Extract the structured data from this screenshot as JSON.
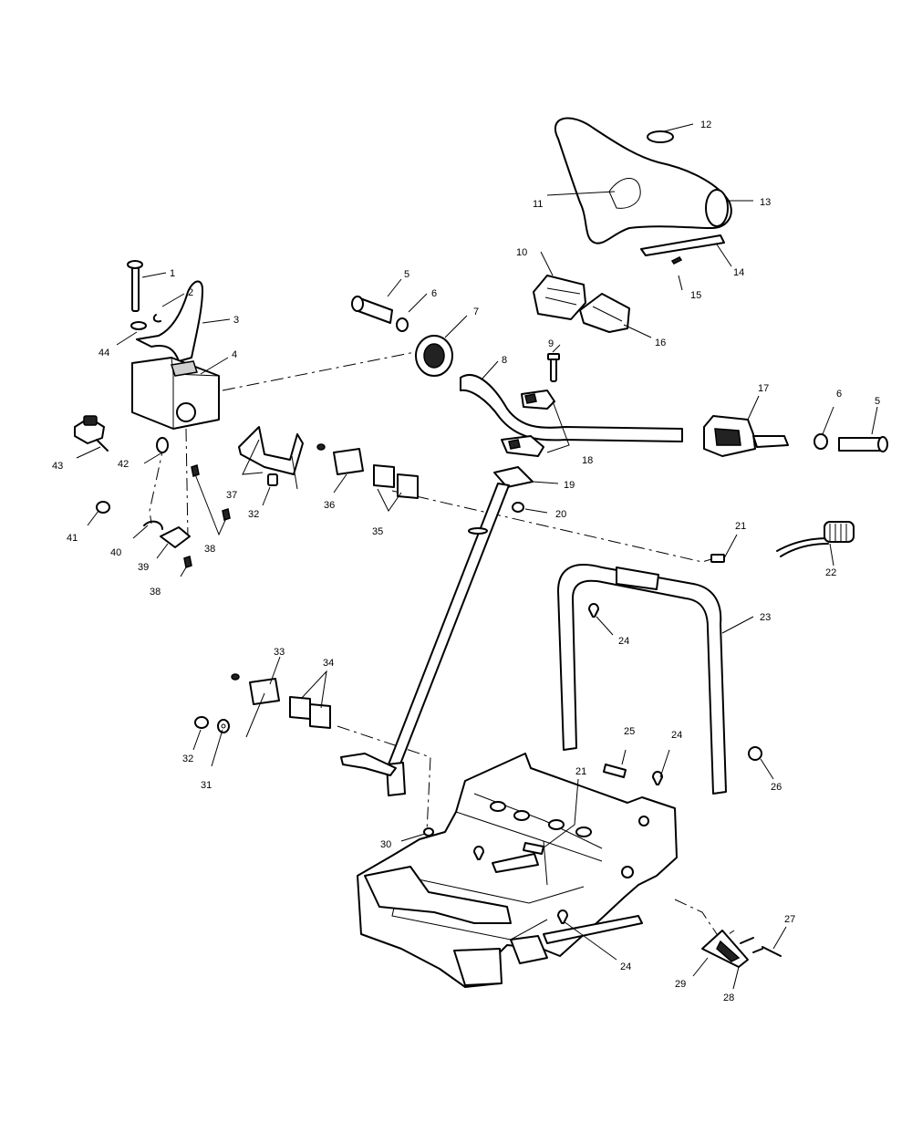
{
  "callouts": [
    {
      "id": "c1",
      "text": "1"
    },
    {
      "id": "c2",
      "text": "2"
    },
    {
      "id": "c3",
      "text": "3"
    },
    {
      "id": "c4",
      "text": "4"
    },
    {
      "id": "c5a",
      "text": "5"
    },
    {
      "id": "c5b",
      "text": "5"
    },
    {
      "id": "c6a",
      "text": "6"
    },
    {
      "id": "c6b",
      "text": "6"
    },
    {
      "id": "c7",
      "text": "7"
    },
    {
      "id": "c8",
      "text": "8"
    },
    {
      "id": "c9",
      "text": "9"
    },
    {
      "id": "c10",
      "text": "10"
    },
    {
      "id": "c11",
      "text": "11"
    },
    {
      "id": "c12",
      "text": "12"
    },
    {
      "id": "c13",
      "text": "13"
    },
    {
      "id": "c14",
      "text": "14"
    },
    {
      "id": "c15",
      "text": "15"
    },
    {
      "id": "c16",
      "text": "16"
    },
    {
      "id": "c17",
      "text": "17"
    },
    {
      "id": "c18",
      "text": "18"
    },
    {
      "id": "c19",
      "text": "19"
    },
    {
      "id": "c20",
      "text": "20"
    },
    {
      "id": "c21a",
      "text": "21"
    },
    {
      "id": "c21b",
      "text": "21"
    },
    {
      "id": "c22",
      "text": "22"
    },
    {
      "id": "c23",
      "text": "23"
    },
    {
      "id": "c24a",
      "text": "24"
    },
    {
      "id": "c24b",
      "text": "24"
    },
    {
      "id": "c24c",
      "text": "24"
    },
    {
      "id": "c25",
      "text": "25"
    },
    {
      "id": "c26",
      "text": "26"
    },
    {
      "id": "c27",
      "text": "27"
    },
    {
      "id": "c28",
      "text": "28"
    },
    {
      "id": "c29",
      "text": "29"
    },
    {
      "id": "c30",
      "text": "30"
    },
    {
      "id": "c31",
      "text": "31"
    },
    {
      "id": "c32a",
      "text": "32"
    },
    {
      "id": "c32b",
      "text": "32"
    },
    {
      "id": "c33",
      "text": "33"
    },
    {
      "id": "c34",
      "text": "34"
    },
    {
      "id": "c35",
      "text": "35"
    },
    {
      "id": "c36",
      "text": "36"
    },
    {
      "id": "c37",
      "text": "37"
    },
    {
      "id": "c38a",
      "text": "38"
    },
    {
      "id": "c38b",
      "text": "38"
    },
    {
      "id": "c39",
      "text": "39"
    },
    {
      "id": "c40",
      "text": "40"
    },
    {
      "id": "c41",
      "text": "41"
    },
    {
      "id": "c42",
      "text": "42"
    },
    {
      "id": "c43",
      "text": "43"
    },
    {
      "id": "c44",
      "text": "44"
    }
  ]
}
